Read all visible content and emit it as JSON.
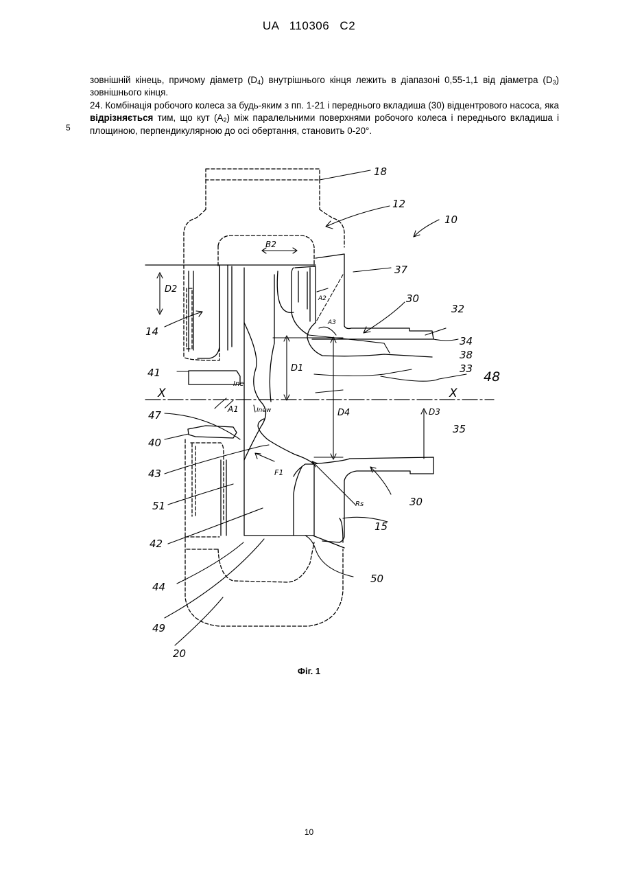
{
  "header": {
    "patent_number": "UA 110306 C2"
  },
  "line_number": "5",
  "paragraphs": [
    {
      "parts": [
        {
          "t": "зовнішній кінець, причому діаметр (D"
        },
        {
          "t": "4",
          "sub": true
        },
        {
          "t": ") внутрішнього кінця лежить в діапазоні 0,55-1,1 від діаметра (D"
        },
        {
          "t": "3",
          "sub": true
        },
        {
          "t": ") зовнішнього кінця."
        }
      ]
    },
    {
      "parts": [
        {
          "t": "24. Комбінація робочого колеса за будь-яким з пп. 1-21 і переднього вкладиша (30) відцентрового насоса, яка "
        },
        {
          "t": "відрізняється",
          "bold": true
        },
        {
          "t": " тим, що кут (A"
        },
        {
          "t": "2",
          "sub": true
        },
        {
          "t": ") між паралельними поверхнями робочого колеса і переднього вкладиша і площиною, перпендикулярною до осі обертання, становить 0-20°."
        }
      ]
    }
  ],
  "figure": {
    "labels": {
      "l18": "18",
      "l12": "12",
      "l10": "10",
      "l37": "37",
      "l30a": "30",
      "l32": "32",
      "l34": "34",
      "l38": "38",
      "l33": "33",
      "l48": "48",
      "l14": "14",
      "l41": "41",
      "lD2": "D2",
      "lD1": "D1",
      "lB2": "B2",
      "lA2": "A2",
      "lA3": "A3",
      "lX1": "X",
      "lX2": "X",
      "lA1": "A1",
      "lIne": "Ine",
      "lInew": "Inew",
      "l47": "47",
      "lD4": "D4",
      "lD3": "D3",
      "l35": "35",
      "l40": "40",
      "l43": "43",
      "lF1": "F1",
      "lRs": "Rs",
      "l30b": "30",
      "l51": "51",
      "l15": "15",
      "l42": "42",
      "l50": "50",
      "l44": "44",
      "l49": "49",
      "l20": "20"
    },
    "caption": "Фіг. 1"
  },
  "page_number": "10"
}
